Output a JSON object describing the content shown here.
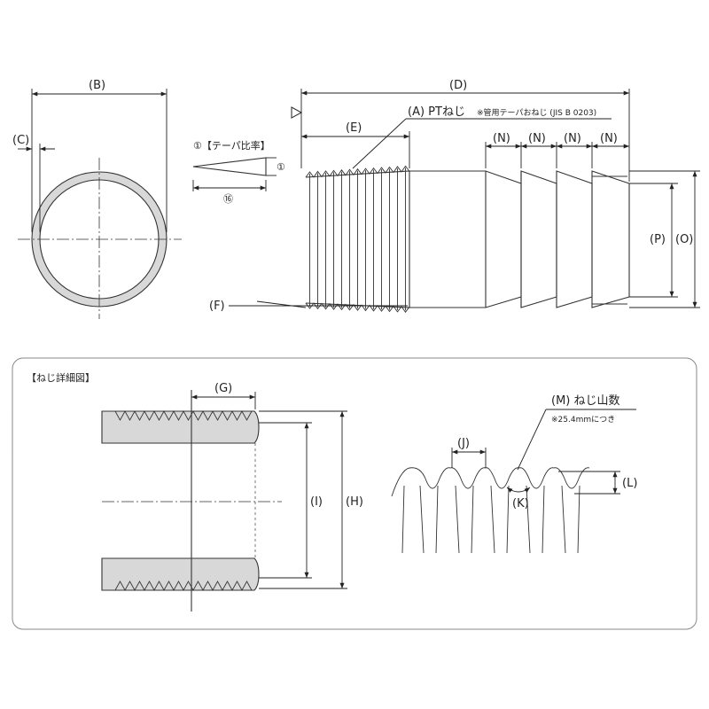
{
  "labels": {
    "B": "(B)",
    "C": "(C)",
    "D": "(D)",
    "E": "(E)",
    "F": "(F)",
    "N": "(N)",
    "P": "(P)",
    "O": "(O)",
    "G": "(G)",
    "I": "(I)",
    "H": "(H)",
    "J": "(J)",
    "K": "(K)",
    "L": "(L)"
  },
  "pt_thread": {
    "main": "(A) PTねじ",
    "note": "※管用テーパおねじ (JIS B 0203)"
  },
  "taper": {
    "title": "①【テーパ比率】",
    "rise": "①",
    "run": "⑯"
  },
  "detail": {
    "title": "【ねじ詳細図】"
  },
  "thread_count": {
    "main": "(M) ねじ山数",
    "note": "※25.4mmにつき"
  },
  "colors": {
    "pipe_fill": "#d8d8d8",
    "line": "#333333",
    "panel_border": "#888888"
  }
}
